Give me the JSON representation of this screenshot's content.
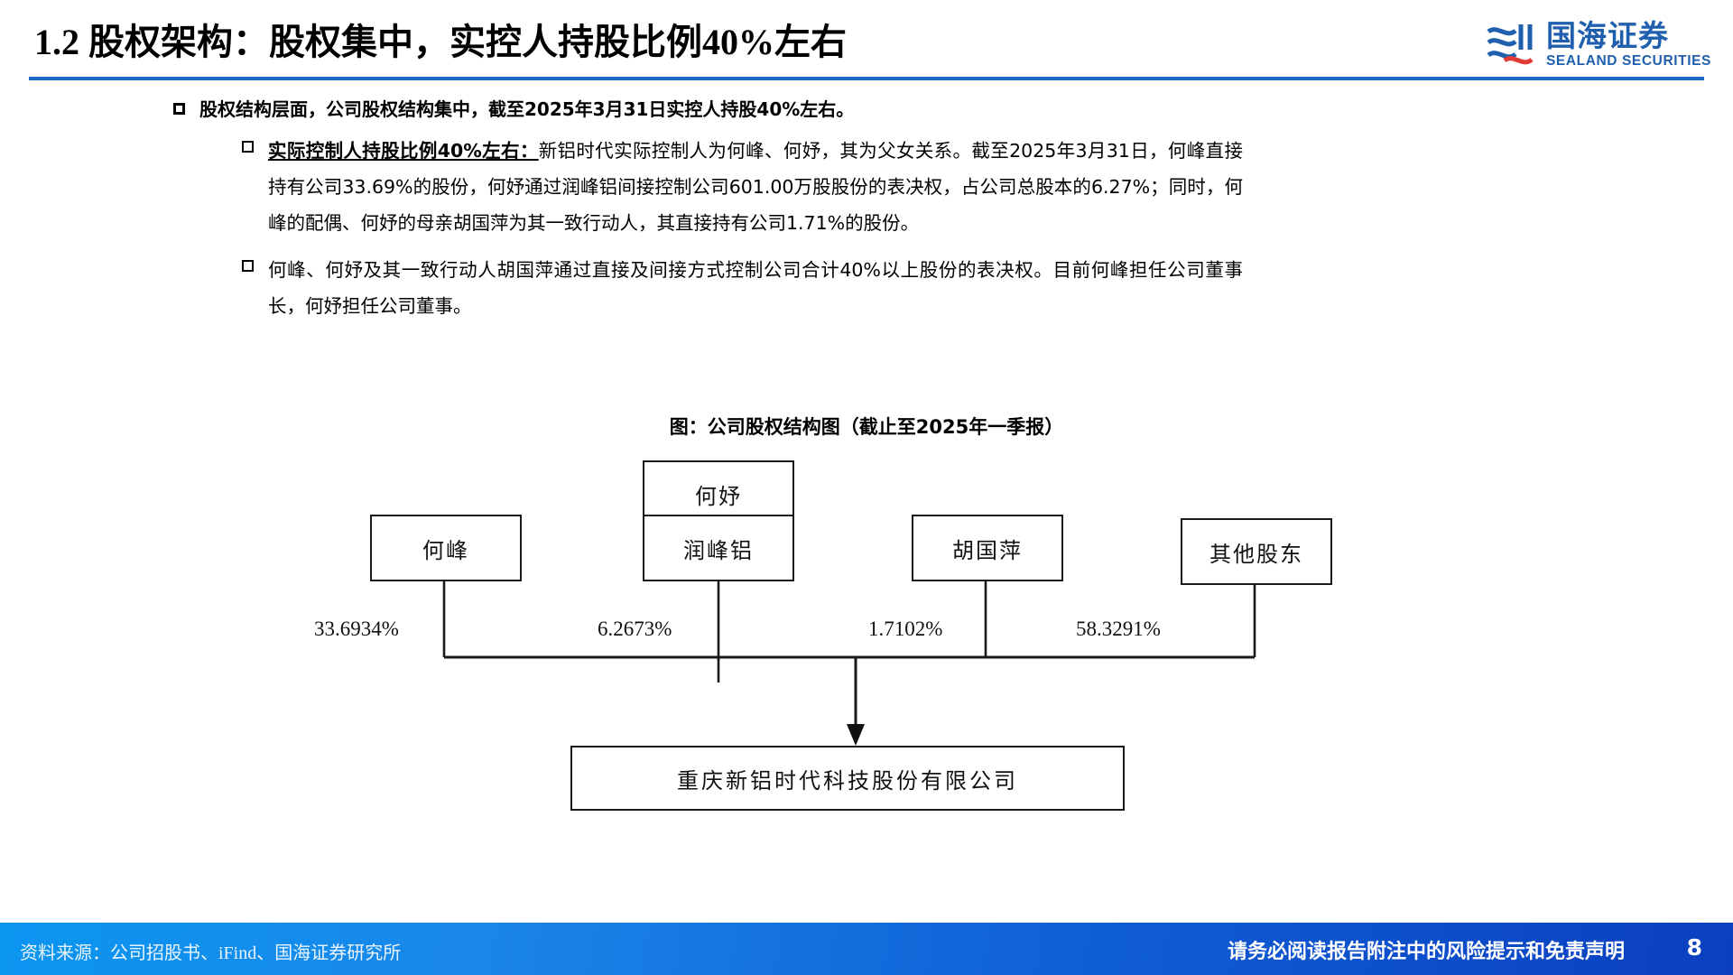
{
  "header": {
    "title": "1.2 股权架构：股权集中，实控人持股比例40%左右",
    "logo_cn": "国海证券",
    "logo_en": "SEALAND SECURITIES"
  },
  "bullets": {
    "level1": "股权结构层面，公司股权结构集中，截至2025年3月31日实控人持股40%左右。",
    "item_a_lead": "实际控制人持股比例40%左右：",
    "item_a_body": "新铝时代实际控制人为何峰、何妤，其为父女关系。截至2025年3月31日，何峰直接持有公司33.69%的股份，何妤通过润峰铝间接控制公司601.00万股股份的表决权，占公司总股本的6.27%；同时，何峰的配偶、何妤的母亲胡国萍为其一致行动人，其直接持有公司1.71%的股份。",
    "item_b": "何峰、何妤及其一致行动人胡国萍通过直接及间接方式控制公司合计40%以上股份的表决权。目前何峰担任公司董事长，何妤担任公司董事。"
  },
  "figure": {
    "title": "图：公司股权结构图（截止至2025年一季报）",
    "nodes": {
      "top": "何妤",
      "holder1": "何峰",
      "holder2": "润峰铝",
      "holder3": "胡国萍",
      "holder4": "其他股东",
      "company": "重庆新铝时代科技股份有限公司"
    },
    "percents": {
      "p1": "33.6934%",
      "p2": "6.2673%",
      "p3": "1.7102%",
      "p4": "58.3291%"
    }
  },
  "footer": {
    "source": "资料来源：公司招股书、iFind、国海证券研究所",
    "note": "请务必阅读报告附注中的风险提示和免责声明",
    "page": "8"
  },
  "colors": {
    "accent_blue": "#1b6cc4",
    "logo_blue": "#1f5fae",
    "footer_start": "#0b96f0",
    "footer_end": "#0b3fc0"
  }
}
